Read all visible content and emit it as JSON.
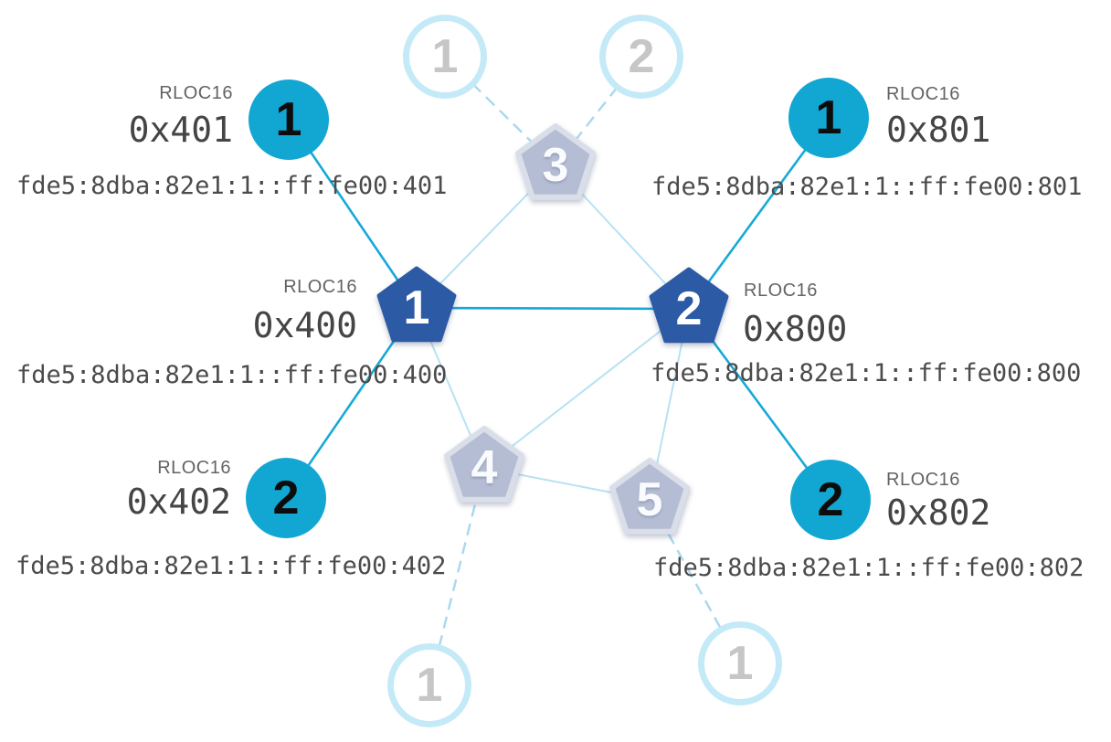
{
  "diagram_type": "thread-network-topology",
  "colors": {
    "active_router_fill": "#2d5aa4",
    "active_child_fill": "#12a7d3",
    "active_link": "#17a9d7",
    "inactive_link": "#b7e2f4",
    "dashed_link": "#a8d8ef",
    "inactive_router_fill": "#b4bdd3",
    "inactive_router_stroke": "#d9dee9",
    "inactive_circle_stroke": "#c4eaf8",
    "inactive_label_text": "#c6c6c6",
    "rloc_caption_text": "#636363",
    "value_text": "#454545"
  },
  "nodes": {
    "top_circle_1": {
      "label": "1"
    },
    "top_circle_2": {
      "label": "2"
    },
    "router_3": {
      "label": "3"
    },
    "router_4": {
      "label": "4"
    },
    "router_5": {
      "label": "5"
    },
    "bottom_circle_left": {
      "label": "1"
    },
    "bottom_circle_right": {
      "label": "1"
    },
    "child_401": {
      "label": "1",
      "rloc_caption": "RLOC16",
      "rloc16": "0x401",
      "ipv6": "fde5:8dba:82e1:1::ff:fe00:401"
    },
    "child_402": {
      "label": "2",
      "rloc_caption": "RLOC16",
      "rloc16": "0x402",
      "ipv6": "fde5:8dba:82e1:1::ff:fe00:402"
    },
    "child_801": {
      "label": "1",
      "rloc_caption": "RLOC16",
      "rloc16": "0x801",
      "ipv6": "fde5:8dba:82e1:1::ff:fe00:801"
    },
    "child_802": {
      "label": "2",
      "rloc_caption": "RLOC16",
      "rloc16": "0x802",
      "ipv6": "fde5:8dba:82e1:1::ff:fe00:802"
    },
    "router_400": {
      "label": "1",
      "rloc_caption": "RLOC16",
      "rloc16": "0x400",
      "ipv6": "fde5:8dba:82e1:1::ff:fe00:400"
    },
    "router_800": {
      "label": "2",
      "rloc_caption": "RLOC16",
      "rloc16": "0x800",
      "ipv6": "fde5:8dba:82e1:1::ff:fe00:800"
    }
  }
}
